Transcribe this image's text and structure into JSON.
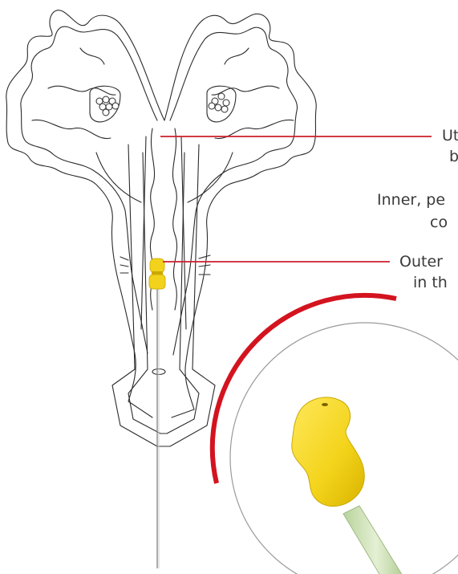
{
  "labels": [
    {
      "line1": "Ut",
      "line2": "b"
    },
    {
      "line1": "Inner, pe",
      "line2": "co"
    },
    {
      "line1": "Outer",
      "line2": "in th"
    }
  ],
  "colors": {
    "outline": "#2b2b2b",
    "pointer_line": "#cc1f2d",
    "arc": "#d3141f",
    "tip_yellow": "#f2d21b",
    "tip_shadow": "#c9a900",
    "tube_green": "#cfe3b9",
    "zoom_border": "#9a9a9a"
  }
}
